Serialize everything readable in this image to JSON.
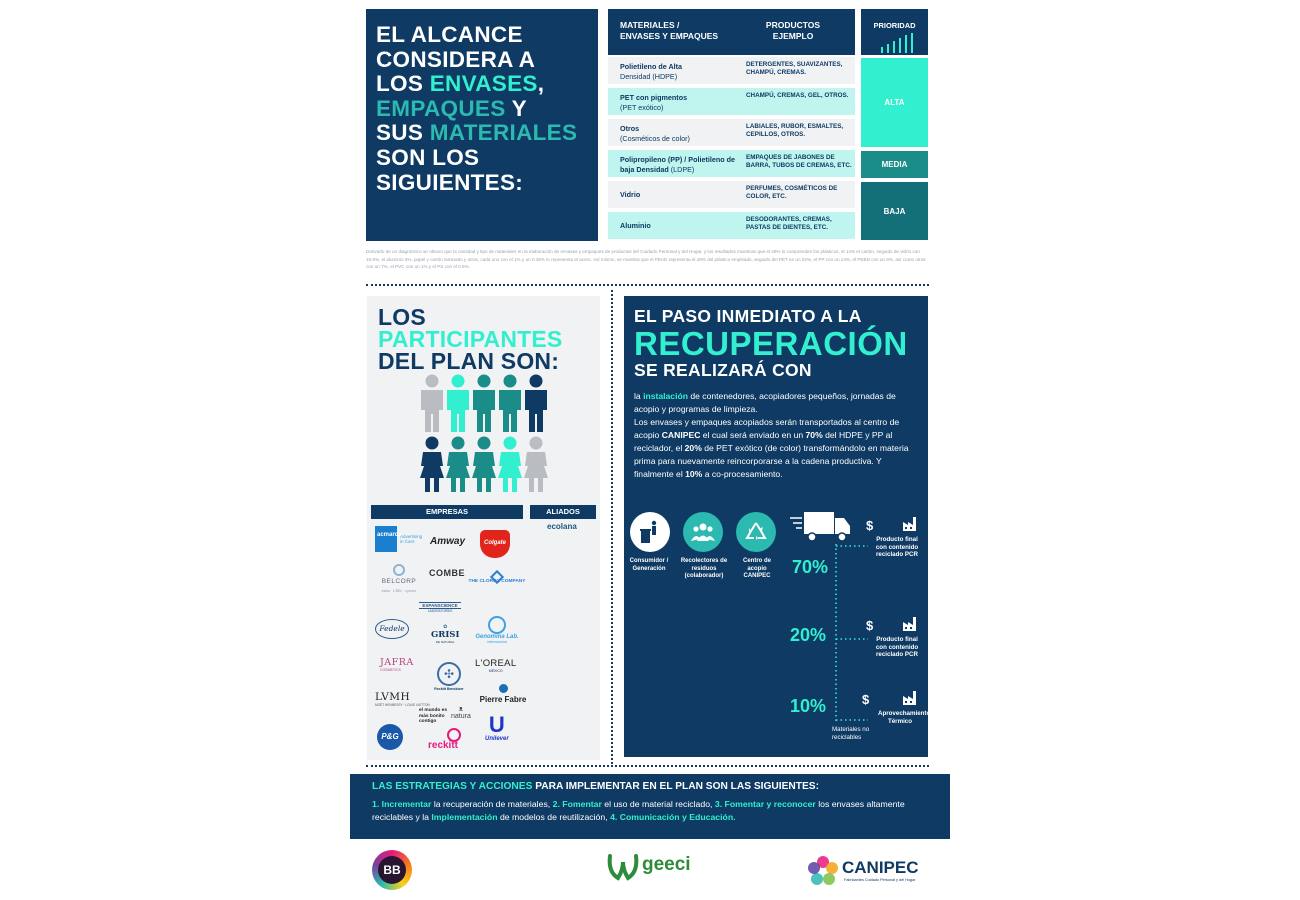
{
  "hero": {
    "lines": [
      {
        "parts": [
          {
            "t": "EL ALCANCE",
            "c": ""
          }
        ]
      },
      {
        "parts": [
          {
            "t": "CONSIDERA A",
            "c": ""
          }
        ]
      },
      {
        "parts": [
          {
            "t": "LOS ",
            "c": ""
          },
          {
            "t": "ENVASES",
            "c": "mint"
          },
          {
            "t": ",",
            "c": ""
          }
        ]
      },
      {
        "parts": [
          {
            "t": "EMPAQUES",
            "c": "teal"
          },
          {
            "t": " Y",
            "c": ""
          }
        ]
      },
      {
        "parts": [
          {
            "t": "SUS ",
            "c": ""
          },
          {
            "t": "MATERIALES",
            "c": "teal"
          }
        ]
      },
      {
        "parts": [
          {
            "t": "SON LOS",
            "c": ""
          }
        ]
      },
      {
        "parts": [
          {
            "t": "SIGUIENTES:",
            "c": ""
          }
        ]
      }
    ]
  },
  "table": {
    "col1": "MATERIALES /\nENVASES Y EMPAQUES",
    "col2": "PRODUCTOS\nEJEMPLO",
    "priority_header": "PRIORIDAD",
    "rows": [
      {
        "bold": "Polietileno de Alta",
        "rest": "Densidad (HDPE)",
        "products": "DETERGENTES, SUAVIZANTES, CHAMPÚ, CREMAS."
      },
      {
        "bold": "PET con pigmentos",
        "rest": "(PET exótico)",
        "products": "CHAMPÚ, CREMAS, GEL, OTROS."
      },
      {
        "bold": "Otros",
        "rest": "(Cosméticos de color)",
        "products": "LABIALES, RUBOR, ESMALTES, CEPILLOS, OTROS."
      },
      {
        "bold": "Polipropileno (PP) / Polietileno de baja Densidad",
        "rest": " (LDPE)",
        "products": "EMPAQUES DE JABONES DE BARRA, TUBOS DE CREMAS, ETC."
      },
      {
        "bold": "Vidrio",
        "rest": "",
        "products": "PERFUMES, COSMÉTICOS DE COLOR, ETC."
      },
      {
        "bold": "Aluminio",
        "rest": "",
        "products": "DESODORANTES, CREMAS, PASTAS DE DIENTES, ETC."
      }
    ],
    "priorities": [
      {
        "label": "ALTA",
        "color": "#32f0cf"
      },
      {
        "label": "MEDIA",
        "color": "#1a8d88"
      },
      {
        "label": "BAJA",
        "color": "#136f78"
      }
    ]
  },
  "footnote": "Derivado de un diagnóstico se obtuvo que la cantidad y tipo de materiales en la elaboración de envases y empaques de productos del Cuidado Personal y del Hogar, y los resultados muestran que el 48% lo comprenden los plásticos, el 14% el cartón, seguido de vidrio con 19.9%, el aluminio 6%, papel y cartón laminado y otros, cada uno con el 1% y un 0.35% lo representa el acero. Así mismo, se muestra que el PEAD representa el 48% del plástico empleado, seguido del PET en un 22%, el PP con un 14%, el PEBD con un 8%, así como otros con un 7%, el PVC con un 1% y el PS con el 0.5%.",
  "participants": {
    "title_lines": [
      {
        "t": "LOS",
        "c": "navy"
      },
      {
        "t": "PARTICIPANTES",
        "c": "mint"
      },
      {
        "t": "DEL PLAN SON:",
        "c": "navy"
      }
    ],
    "companies_header": "EMPRESAS",
    "allies_header": "ALIADOS",
    "ally": "ecolana",
    "logos": [
      "acmarca",
      "Amway",
      "Colgate",
      "BELCORP",
      "COMBE",
      "THE CLOROX COMPANY",
      "EXPANSCIENCE",
      "Fedele",
      "GRISI",
      "Genomma Lab.",
      "JAFRA",
      "Reckitt Benckiser",
      "L'OREAL",
      "LVMH",
      "el mundo es más bonito contigo",
      "natura",
      "Pierre Fabre",
      "P&G",
      "reckitt",
      "Unilever"
    ]
  },
  "recovery": {
    "line1": "EL PASO INMEDIATO A LA",
    "line2": "RECUPERACIÓN",
    "line3": "SE REALIZARÁ CON",
    "body": [
      {
        "t": "la ",
        "b": false
      },
      {
        "t": "instalación",
        "b": "mint"
      },
      {
        "t": " de contenedores, acopiadores pequeños, jornadas de acopio y programas de limpieza.",
        "b": false
      },
      {
        "t": "\nLos envases y empaques acopiados serán transportados al centro de acopio ",
        "b": false
      },
      {
        "t": "CANIPEC",
        "b": true
      },
      {
        "t": " el cual será enviado en un ",
        "b": false
      },
      {
        "t": "70%",
        "b": true
      },
      {
        "t": " del HDPE y PP al reciclador, el ",
        "b": false
      },
      {
        "t": "20%",
        "b": true
      },
      {
        "t": " de PET exótico (de color) transformándolo en materia prima para nuevamente reincorporarse a la cadena productiva. Y finalmente el ",
        "b": false
      },
      {
        "t": "10%",
        "b": true
      },
      {
        "t": " a co-procesamiento.",
        "b": false
      }
    ],
    "stages": [
      "Consumidor / Generación",
      "Recolectores de residuos (colaborador)",
      "Centro de acopio CANIPEC"
    ],
    "percents": [
      "70%",
      "20%",
      "10%"
    ],
    "outputs": [
      "Producto final con contenido reciclado PCR",
      "Producto final con contenido reciclado PCR",
      "Aprovechamiento Térmico"
    ],
    "non_recyclable": "Materiales no reciclables",
    "dollar": "$"
  },
  "strategies": {
    "title_hl": "LAS ESTRATEGIAS Y ACCIONES",
    "title_rest": " PARA IMPLEMENTAR EN EL PLAN SON LAS SIGUIENTES:",
    "body": [
      {
        "t": "1. Incrementar",
        "b": true
      },
      {
        "t": " la recuperación de materiales, ",
        "b": false
      },
      {
        "t": "2. Fomentar",
        "b": true
      },
      {
        "t": " el uso de material reciclado, ",
        "b": false
      },
      {
        "t": "3. Fomentar y reconocer",
        "b": true
      },
      {
        "t": " los envases altamente reciclables y la ",
        "b": false
      },
      {
        "t": "Implementación",
        "b": true
      },
      {
        "t": " de modelos de reutilización, ",
        "b": false
      },
      {
        "t": "4. Comunicación y Educación.",
        "b": true
      }
    ]
  },
  "footer": {
    "logo1": "BB",
    "logo2": "geeci",
    "logo3": "CANIPEC",
    "logo3_sub": "Fabricantes Cuidado Personal y del Hogar"
  }
}
